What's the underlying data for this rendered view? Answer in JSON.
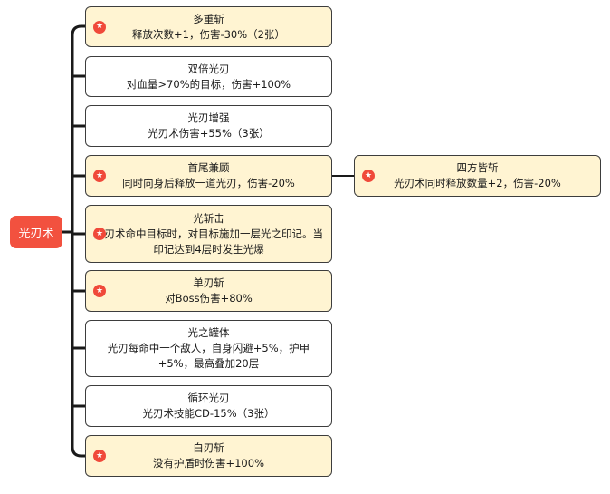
{
  "root": {
    "label": "光刃术"
  },
  "nodes": [
    {
      "title": "多重斩",
      "desc": "释放次数+1，伤害-30%（2张）",
      "starred": true
    },
    {
      "title": "双倍光刃",
      "desc": "对血量>70%的目标，伤害+100%",
      "starred": false
    },
    {
      "title": "光刃增强",
      "desc": "光刃术伤害+55%（3张）",
      "starred": false
    },
    {
      "title": "首尾兼顾",
      "desc": "同时向身后释放一道光刃，伤害-20%",
      "starred": true
    },
    {
      "title": "光斩击",
      "desc": "光刃术命中目标时，对目标施加一层光之印记。当印记达到4层时发生光爆",
      "starred": true
    },
    {
      "title": "单刃斩",
      "desc": "对Boss伤害+80%",
      "starred": true
    },
    {
      "title": "光之罐体",
      "desc": "光刃每命中一个敌人，自身闪避+5%，护甲+5%，最高叠加20层",
      "starred": false
    },
    {
      "title": "循环光刃",
      "desc": "光刃术技能CD-15%（3张）",
      "starred": false
    },
    {
      "title": "白刃斩",
      "desc": "没有护盾时伤害+100%",
      "starred": true
    }
  ],
  "child": {
    "title": "四方皆斩",
    "desc": "光刃术同时释放数量+2，伤害-20%",
    "starred": true
  },
  "colors": {
    "root": "#f2513f",
    "highlight_fill": "#fff4d2",
    "star_badge": "#f0493a",
    "line": "#1a1a1a"
  },
  "icons": {
    "badge": "star-badge-icon"
  }
}
